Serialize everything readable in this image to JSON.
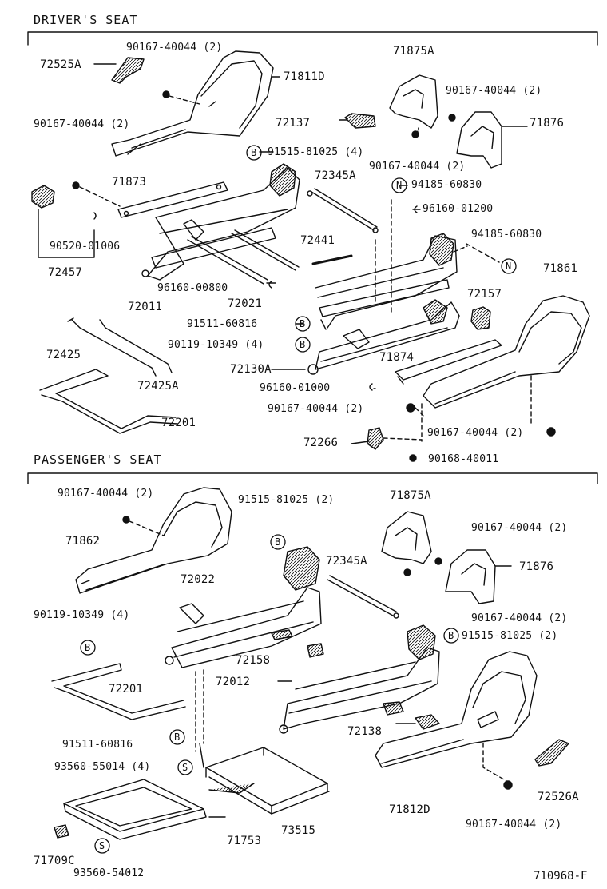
{
  "sections": {
    "driver_title": "DRIVER'S SEAT",
    "passenger_title": "PASSENGER'S SEAT"
  },
  "figure_ref": "710968-F",
  "driver": {
    "labels": {
      "p72525A": "72525A",
      "p90167a": "90167-40044 (2)",
      "p71811D": "71811D",
      "p71875A": "71875A",
      "p90167b": "90167-40044 (2)",
      "p71876": "71876",
      "p90167c": "90167-40044 (2)",
      "p72137": "72137",
      "p91515": "91515-81025 (4)",
      "p90167d": "90167-40044 (2)",
      "p71873": "71873",
      "p72345A": "72345A",
      "p94185a": "94185-60830",
      "p96160a": "96160-01200",
      "p90520": "90520-01006",
      "p94185b": "94185-60830",
      "p72441": "72441",
      "p72457": "72457",
      "p71861": "71861",
      "p96160b": "96160-00800",
      "p72157": "72157",
      "p72011": "72011",
      "p72021": "72021",
      "p91511": "91511-60816",
      "p90119": "90119-10349 (4)",
      "p72425": "72425",
      "p71874": "71874",
      "p72130A": "72130A",
      "p72425A": "72425A",
      "p96160c": "96160-01000",
      "p90167e": "90167-40044 (2)",
      "p72201": "72201",
      "p90167f": "90167-40044 (2)",
      "p72266": "72266",
      "p90168": "90168-40011"
    }
  },
  "passenger": {
    "labels": {
      "p90167a": "90167-40044 (2)",
      "p91515a": "91515-81025 (2)",
      "p71875A": "71875A",
      "p90167b": "90167-40044 (2)",
      "p71862": "71862",
      "p72345A": "72345A",
      "p71876": "71876",
      "p72022": "72022",
      "p90119": "90119-10349 (4)",
      "p90167c": "90167-40044 (2)",
      "p91515b": "91515-81025 (2)",
      "p72158": "72158",
      "p72012": "72012",
      "p72201": "72201",
      "p72138": "72138",
      "p91511": "91511-60816",
      "p93560a": "93560-55014 (4)",
      "p71812D": "71812D",
      "p72526A": "72526A",
      "p71753": "71753",
      "p73515": "73515",
      "p90167d": "90167-40044 (2)",
      "p71709C": "71709C",
      "p93560b": "93560-54012"
    }
  },
  "callouts": {
    "b": "B",
    "n": "N",
    "s": "S"
  }
}
